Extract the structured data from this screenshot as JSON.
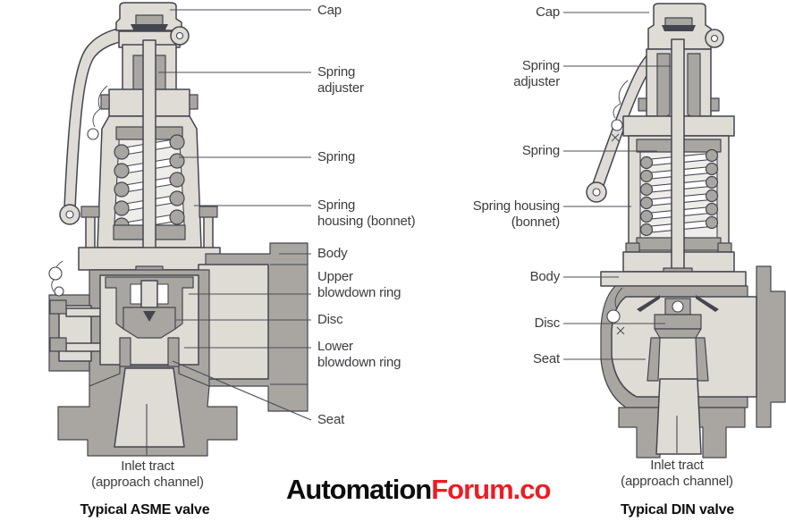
{
  "page": {
    "background": "#ffffff"
  },
  "palette": {
    "body_light": "#dfdbd5",
    "cut_metal": "#a9a6a1",
    "outline": "#43464f",
    "leader_line": "#4a4d55",
    "label_text": "#3a3c40",
    "caption_text": "#0e0e0e"
  },
  "asme": {
    "caption": "Typical ASME valve",
    "labels": {
      "cap": "Cap",
      "spring_adjuster": "Spring\nadjuster",
      "spring": "Spring",
      "spring_housing": "Spring\nhousing (bonnet)",
      "body": "Body",
      "upper_blowdown_ring": "Upper\nblowdown ring",
      "disc": "Disc",
      "lower_blowdown_ring": "Lower\nblowdown ring",
      "seat": "Seat",
      "inlet_tract": "Inlet tract\n(approach channel)"
    }
  },
  "din": {
    "caption": "Typical DIN valve",
    "labels": {
      "cap": "Cap",
      "spring_adjuster": "Spring\nadjuster",
      "spring": "Spring",
      "spring_housing": "Spring housing\n(bonnet)",
      "body": "Body",
      "disc": "Disc",
      "seat": "Seat",
      "inlet_tract": "Inlet tract\n(approach channel)"
    }
  },
  "branding": {
    "logo_part_black": "Automation",
    "logo_part_red": "Forum.co",
    "black_color": "#0d0d0d",
    "red_color": "#ed1c24"
  }
}
